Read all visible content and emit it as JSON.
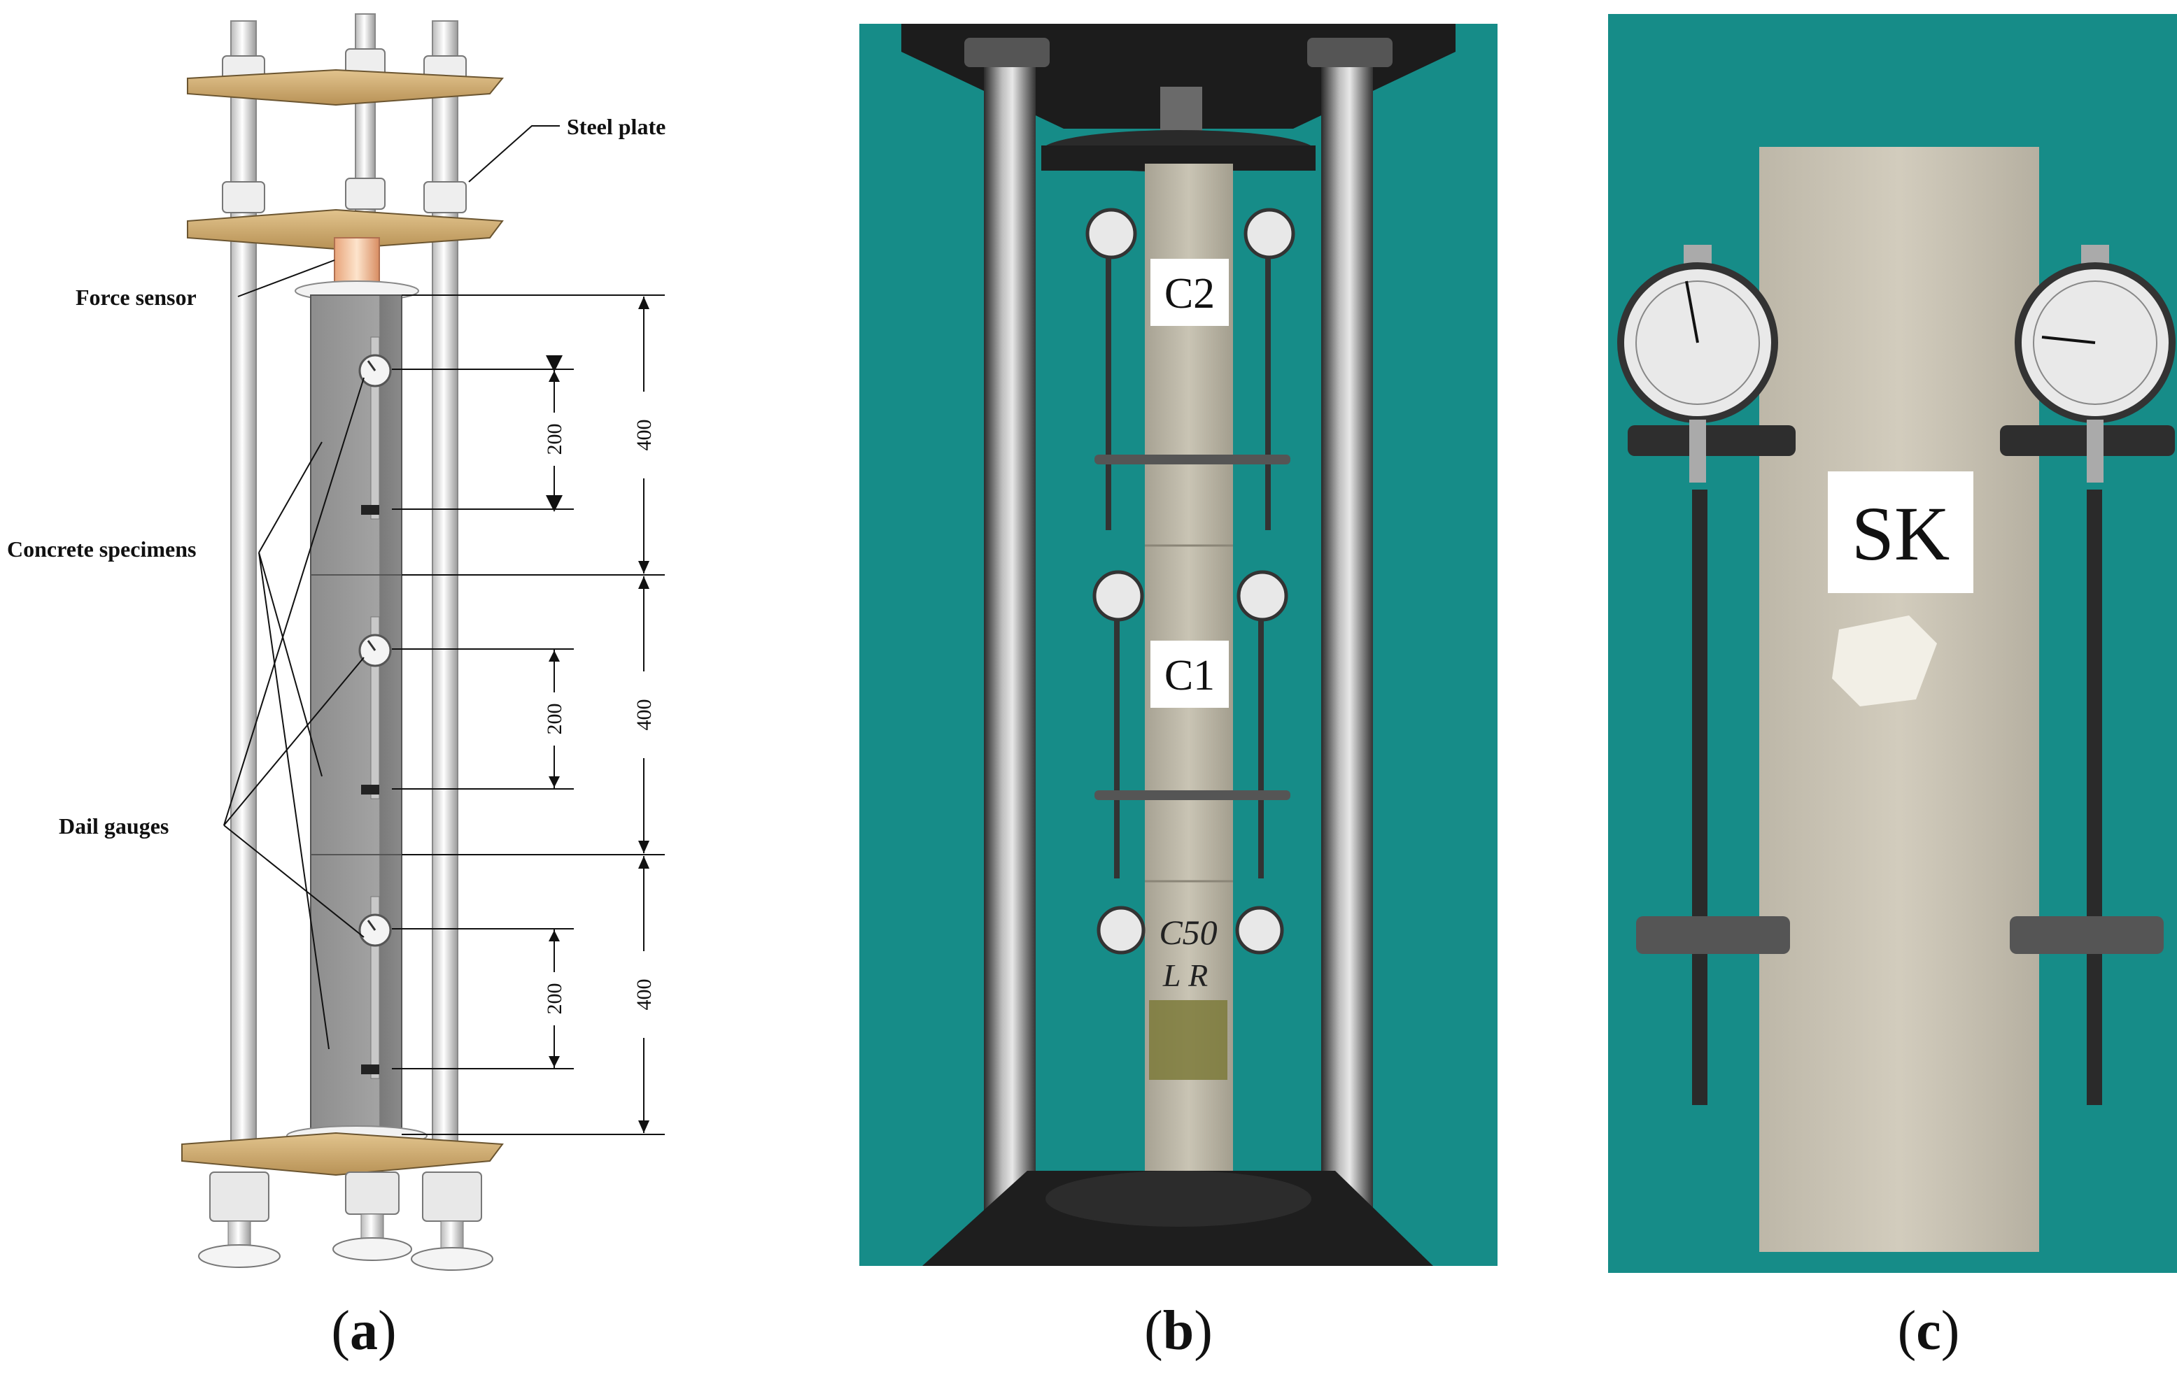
{
  "panel_a": {
    "labels": {
      "steel_plate": "Steel plate",
      "force_sensor": "Force sensor",
      "concrete_specimens": "Concrete specimens",
      "dial_gauges": "Dail gauges"
    },
    "dimensions": {
      "gauge_length": "200",
      "specimen_length": "400"
    }
  },
  "panel_b": {
    "labels": {
      "c2": "C2",
      "c1": "C1",
      "handwriting_1": "C50",
      "handwriting_2": "L R"
    }
  },
  "panel_c": {
    "labels": {
      "sk": "SK"
    }
  },
  "captions": {
    "a": "a",
    "b": "b",
    "c": "c"
  },
  "colors": {
    "photo_background": "#168c88",
    "wood_plate": "#d2b07a",
    "concrete": "#b8b4a8"
  }
}
